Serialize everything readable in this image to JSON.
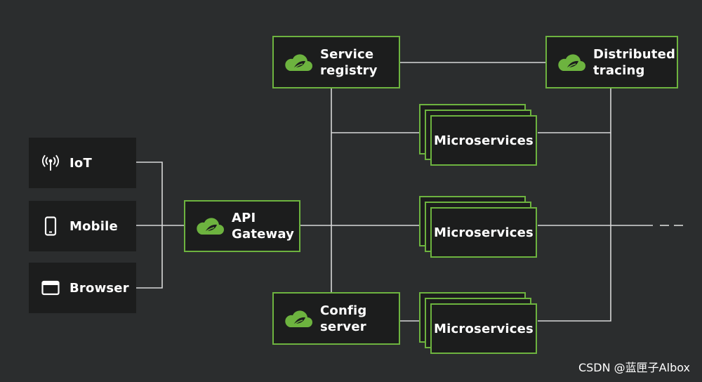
{
  "clients": [
    {
      "label": "IoT",
      "icon": "antenna-icon"
    },
    {
      "label": "Mobile",
      "icon": "mobile-phone-icon"
    },
    {
      "label": "Browser",
      "icon": "browser-window-icon"
    }
  ],
  "components": {
    "service_registry": {
      "line1": "Service",
      "line2": "registry"
    },
    "distributed_tracing": {
      "line1": "Distributed",
      "line2": "tracing"
    },
    "api_gateway": {
      "line1": "API",
      "line2": "Gateway"
    },
    "config_server": {
      "line1": "Config",
      "line2": "server"
    }
  },
  "microservices": [
    {
      "label": "Microservices"
    },
    {
      "label": "Microservices"
    },
    {
      "label": "Microservices"
    }
  ],
  "watermark": "CSDN @蓝匣子Albox",
  "colors": {
    "background": "#2b2d2e",
    "box_fill": "#1c1d1d",
    "accent_green": "#6db33f",
    "line": "#d8d8d8",
    "text": "#ffffff"
  }
}
